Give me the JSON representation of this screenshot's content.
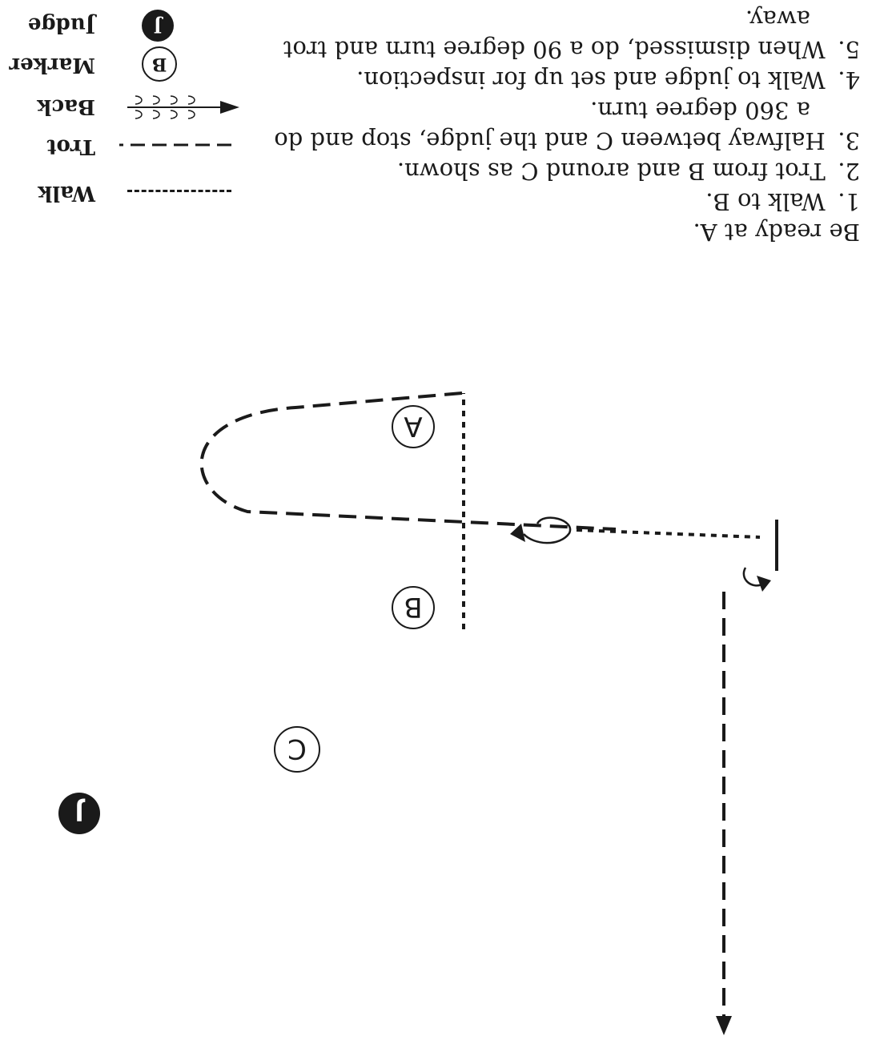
{
  "legend": {
    "walk": "Walk",
    "trot": "Trot",
    "back": "Back",
    "marker": "Marker",
    "marker_symbol": "B",
    "judge": "Judge",
    "judge_symbol": "J"
  },
  "instructions": {
    "intro": "Be ready at A.",
    "steps": [
      {
        "num": "1.",
        "text": "Walk to B."
      },
      {
        "num": "2.",
        "text": "Trot from B and around C as shown."
      },
      {
        "num": "3.",
        "text": "Halfway between C and the judge, stop and do",
        "cont": "a 360 degree turn."
      },
      {
        "num": "4.",
        "text": "Walk to judge and set up for inspection."
      },
      {
        "num": "5.",
        "text": "When dismissed, do a 90 degree turn and trot",
        "cont": "away."
      }
    ]
  },
  "course": {
    "markers": [
      "A",
      "B",
      "C"
    ],
    "judge": "J"
  },
  "colors": {
    "ink": "#1a1a1a",
    "background": "#ffffff"
  }
}
